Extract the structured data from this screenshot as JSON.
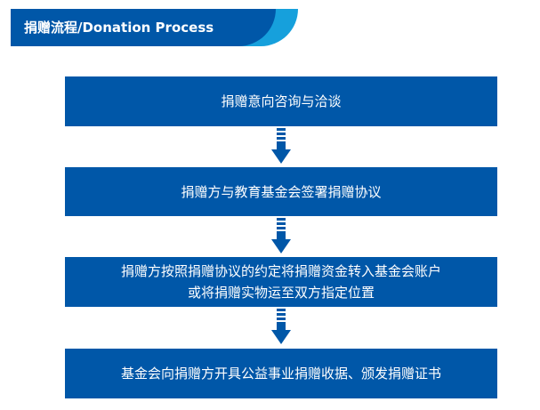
{
  "header": {
    "title": "捐赠流程/Donation Process"
  },
  "colors": {
    "primary": "#0057a8",
    "accent": "#16a0dc"
  },
  "steps": [
    {
      "line1": "捐赠意向咨询与洽谈",
      "line2": ""
    },
    {
      "line1": "捐赠方与教育基金会签署捐赠协议",
      "line2": ""
    },
    {
      "line1": "捐赠方按照捐赠协议的约定将捐赠资金转入基金会账户",
      "line2": "或将捐赠实物运至双方指定位置"
    },
    {
      "line1": "基金会向捐赠方开具公益事业捐赠收据、颁发捐赠证书",
      "line2": ""
    }
  ]
}
